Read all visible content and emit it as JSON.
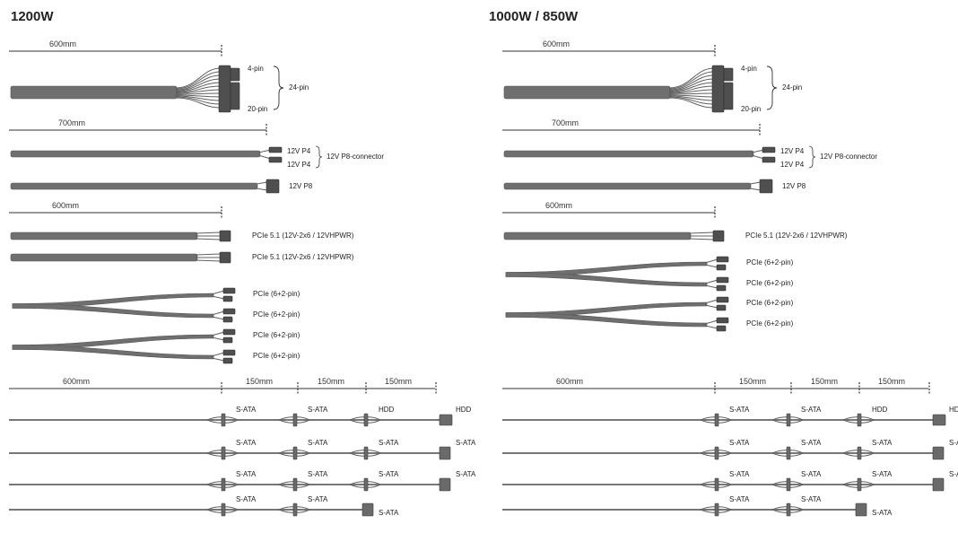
{
  "panels": [
    {
      "title": "1200W",
      "dim_24pin": "600mm",
      "dim_cpu": "700mm",
      "dim_pcie": "600mm",
      "lbl_4pin": "4-pin",
      "lbl_20pin": "20-pin",
      "lbl_24pin": "24-pin",
      "lbl_p4a": "12V P4",
      "lbl_p4b": "12V P4",
      "lbl_p8conn": "12V P8-connector",
      "lbl_p8": "12V P8",
      "pcie5": [
        "PCIe 5.1 (12V-2x6 / 12VHPWR)",
        "PCIe 5.1 (12V-2x6 / 12VHPWR)"
      ],
      "pcie62": [
        "PCIe (6+2-pin)",
        "PCIe (6+2-pin)",
        "PCIe (6+2-pin)",
        "PCIe (6+2-pin)"
      ],
      "sata_dims": [
        "600mm",
        "150mm",
        "150mm",
        "150mm"
      ],
      "sata_rows": [
        [
          "S-ATA",
          "S-ATA",
          "HDD",
          "HDD"
        ],
        [
          "S-ATA",
          "S-ATA",
          "S-ATA",
          "S-ATA"
        ],
        [
          "S-ATA",
          "S-ATA",
          "S-ATA",
          "S-ATA"
        ],
        [
          "S-ATA",
          "S-ATA",
          "S-ATA"
        ]
      ]
    },
    {
      "title": "1000W / 850W",
      "dim_24pin": "600mm",
      "dim_cpu": "700mm",
      "dim_pcie": "600mm",
      "lbl_4pin": "4-pin",
      "lbl_20pin": "20-pin",
      "lbl_24pin": "24-pin",
      "lbl_p4a": "12V P4",
      "lbl_p4b": "12V P4",
      "lbl_p8conn": "12V P8-connector",
      "lbl_p8": "12V P8",
      "pcie5": [
        "PCIe 5.1 (12V-2x6 / 12VHPWR)"
      ],
      "pcie62": [
        "PCIe (6+2-pin)",
        "PCIe (6+2-pin)",
        "PCIe (6+2-pin)",
        "PCIe (6+2-pin)"
      ],
      "sata_dims": [
        "600mm",
        "150mm",
        "150mm",
        "150mm"
      ],
      "sata_rows": [
        [
          "S-ATA",
          "S-ATA",
          "HDD",
          "HDD"
        ],
        [
          "S-ATA",
          "S-ATA",
          "S-ATA",
          "S-AT"
        ],
        [
          "S-ATA",
          "S-ATA",
          "S-ATA",
          "S-AT"
        ],
        [
          "S-ATA",
          "S-ATA",
          "S-ATA"
        ]
      ]
    }
  ]
}
